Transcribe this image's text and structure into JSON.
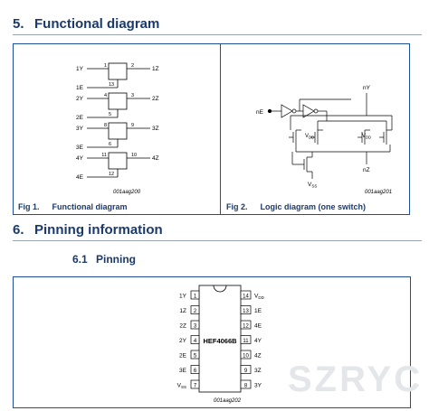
{
  "section5": {
    "number": "5.",
    "title": "Functional diagram"
  },
  "fig1": {
    "number": "Fig 1.",
    "caption": "Functional diagram",
    "code": "001aag200",
    "switches": [
      {
        "y": "1Y",
        "e": "1E",
        "out": "1Z",
        "pin_y": "1",
        "pin_z": "2",
        "pin_e": "13"
      },
      {
        "y": "2Y",
        "e": "2E",
        "out": "2Z",
        "pin_y": "4",
        "pin_z": "3",
        "pin_e": "5"
      },
      {
        "y": "3Y",
        "e": "3E",
        "out": "3Z",
        "pin_y": "8",
        "pin_z": "9",
        "pin_e": "6"
      },
      {
        "y": "4Y",
        "e": "4E",
        "out": "4Z",
        "pin_y": "11",
        "pin_z": "10",
        "pin_e": "12"
      }
    ]
  },
  "fig2": {
    "number": "Fig 2.",
    "caption": "Logic diagram (one switch)",
    "code": "001aag201",
    "input_label": "nE",
    "top_label": "nY",
    "bottom_label": "nZ",
    "vdd_left": "V",
    "vdd_right": "V",
    "vdd_sub": "DD",
    "vss": "V",
    "vss_sub": "SS"
  },
  "section6": {
    "number": "6.",
    "title": "Pinning information"
  },
  "section61": {
    "number": "6.1",
    "title": "Pinning"
  },
  "pinning": {
    "chip_name": "HEF4066B",
    "code": "001aag202",
    "left_pins": [
      {
        "label": "1Y",
        "sub": "",
        "num": "1"
      },
      {
        "label": "1Z",
        "sub": "",
        "num": "2"
      },
      {
        "label": "2Z",
        "sub": "",
        "num": "3"
      },
      {
        "label": "2Y",
        "sub": "",
        "num": "4"
      },
      {
        "label": "2E",
        "sub": "",
        "num": "5"
      },
      {
        "label": "3E",
        "sub": "",
        "num": "6"
      },
      {
        "label": "V",
        "sub": "SS",
        "num": "7"
      }
    ],
    "right_pins": [
      {
        "label": "V",
        "sub": "DD",
        "num": "14"
      },
      {
        "label": "1E",
        "sub": "",
        "num": "13"
      },
      {
        "label": "4E",
        "sub": "",
        "num": "12"
      },
      {
        "label": "4Y",
        "sub": "",
        "num": "11"
      },
      {
        "label": "4Z",
        "sub": "",
        "num": "10"
      },
      {
        "label": "3Z",
        "sub": "",
        "num": "9"
      },
      {
        "label": "3Y",
        "sub": "",
        "num": "8"
      }
    ]
  },
  "watermark": "SZRYC"
}
